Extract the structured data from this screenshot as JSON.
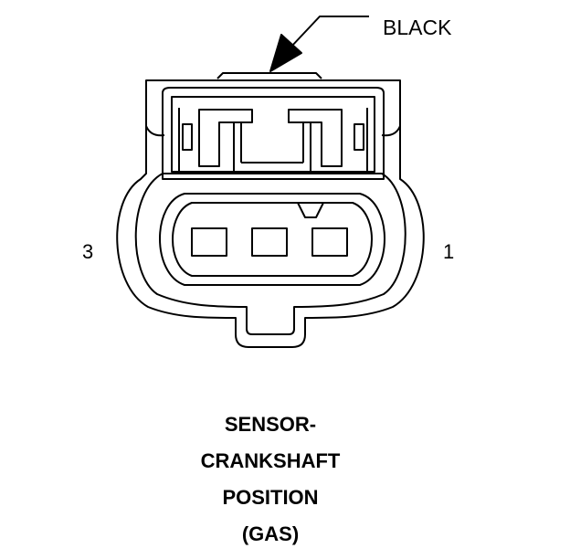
{
  "connector": {
    "color_label": "BLACK",
    "pin_left": "3",
    "pin_right": "1"
  },
  "caption": {
    "line1": "SENSOR-",
    "line2": "CRANKSHAFT",
    "line3": "POSITION",
    "line4": "(GAS)"
  }
}
